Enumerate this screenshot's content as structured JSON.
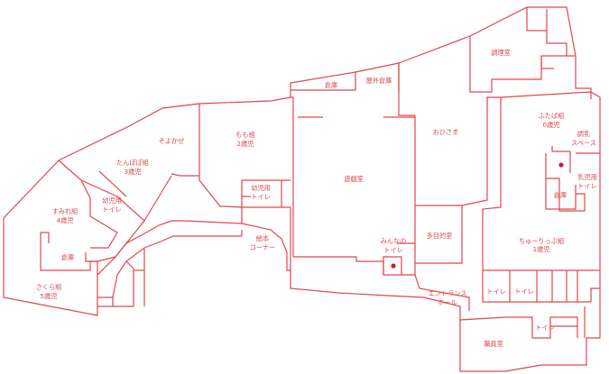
{
  "theme": {
    "line_color": "#e0474c",
    "dot_color": "#cc1b2a",
    "background": "#ffffff"
  },
  "rooms": {
    "chourishitsu": "調理室",
    "okuyake_souko": "屋外倉庫",
    "souko_top": "倉庫",
    "ohisama": "おひさま",
    "futaba_name": "ふたば組",
    "futaba_age": "0歳児",
    "chounyu_1": "調乳",
    "chounyu_2": "スペース",
    "nyuji_toilet_1": "乳児用",
    "nyuji_toilet_2": "トイレ",
    "souko_futaba": "倉庫",
    "momo_name": "もも組",
    "momo_age": "2歳児",
    "yoji_toilet_momo_1": "幼児用",
    "yoji_toilet_momo_2": "トイレ",
    "yuugishitsu": "遊戯室",
    "minna_toilet_1": "みんなの",
    "minna_toilet_2": "トイレ",
    "tamokuteki": "多目的室",
    "chulip_name": "ちゅーりっぷ組",
    "chulip_age": "1歳児",
    "soyokaze": "そよかぜ",
    "tanpopo_name": "たんぽぽ組",
    "tanpopo_age": "3歳児",
    "yoji_toilet_tanpopo_1": "幼児用",
    "yoji_toilet_tanpopo_2": "トイレ",
    "sumire_name": "すみれ組",
    "sumire_age": "4歳児",
    "souko_sumire": "倉庫",
    "sakura_name": "さくら組",
    "sakura_age": "5歳児",
    "ehon_1": "絵本",
    "ehon_2": "コーナー",
    "entrance_1": "エントランス",
    "entrance_2": "ホール",
    "toilet_a": "トイレ",
    "toilet_b": "トイレ",
    "toilet_c": "トイレ",
    "shokuinshitsu": "職員室"
  }
}
